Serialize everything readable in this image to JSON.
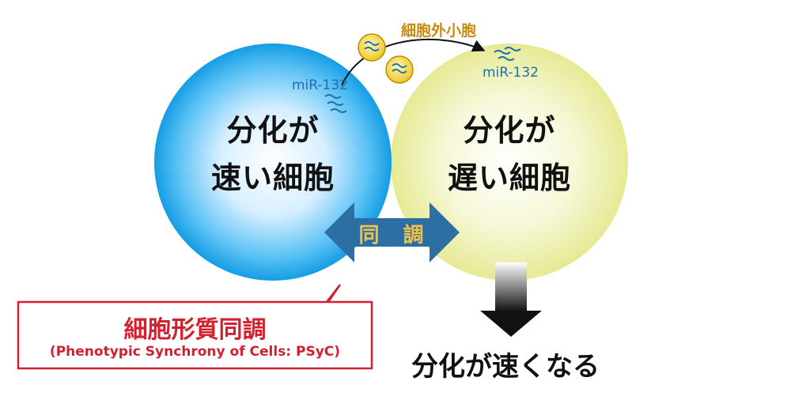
{
  "fast_cell": {
    "line1": "分化が",
    "line2": "速い細胞",
    "mirna": "miR-132"
  },
  "slow_cell": {
    "line1": "分化が",
    "line2": "遅い細胞",
    "mirna": "miR-132"
  },
  "vesicle_label": "細胞外小胞",
  "sync_label": "同　調",
  "callout": {
    "title": "細胞形質同調",
    "subtitle": "(Phenotypic Synchrony of Cells: PSyC)"
  },
  "result_label": "分化が速くなる",
  "colors": {
    "fast_cell": "#1aa3e6",
    "slow_cell": "#e9eca0",
    "arrow": "#2d6ea3",
    "sync_text": "#f0c24a",
    "callout": "#d2202f",
    "vesicle": "#f3d43a",
    "mirna": "#1f6fae"
  },
  "icons": [
    "mirna-squiggle-icon",
    "vesicle-icon",
    "transfer-arrow-icon",
    "double-arrow-icon",
    "down-arrow-icon"
  ]
}
